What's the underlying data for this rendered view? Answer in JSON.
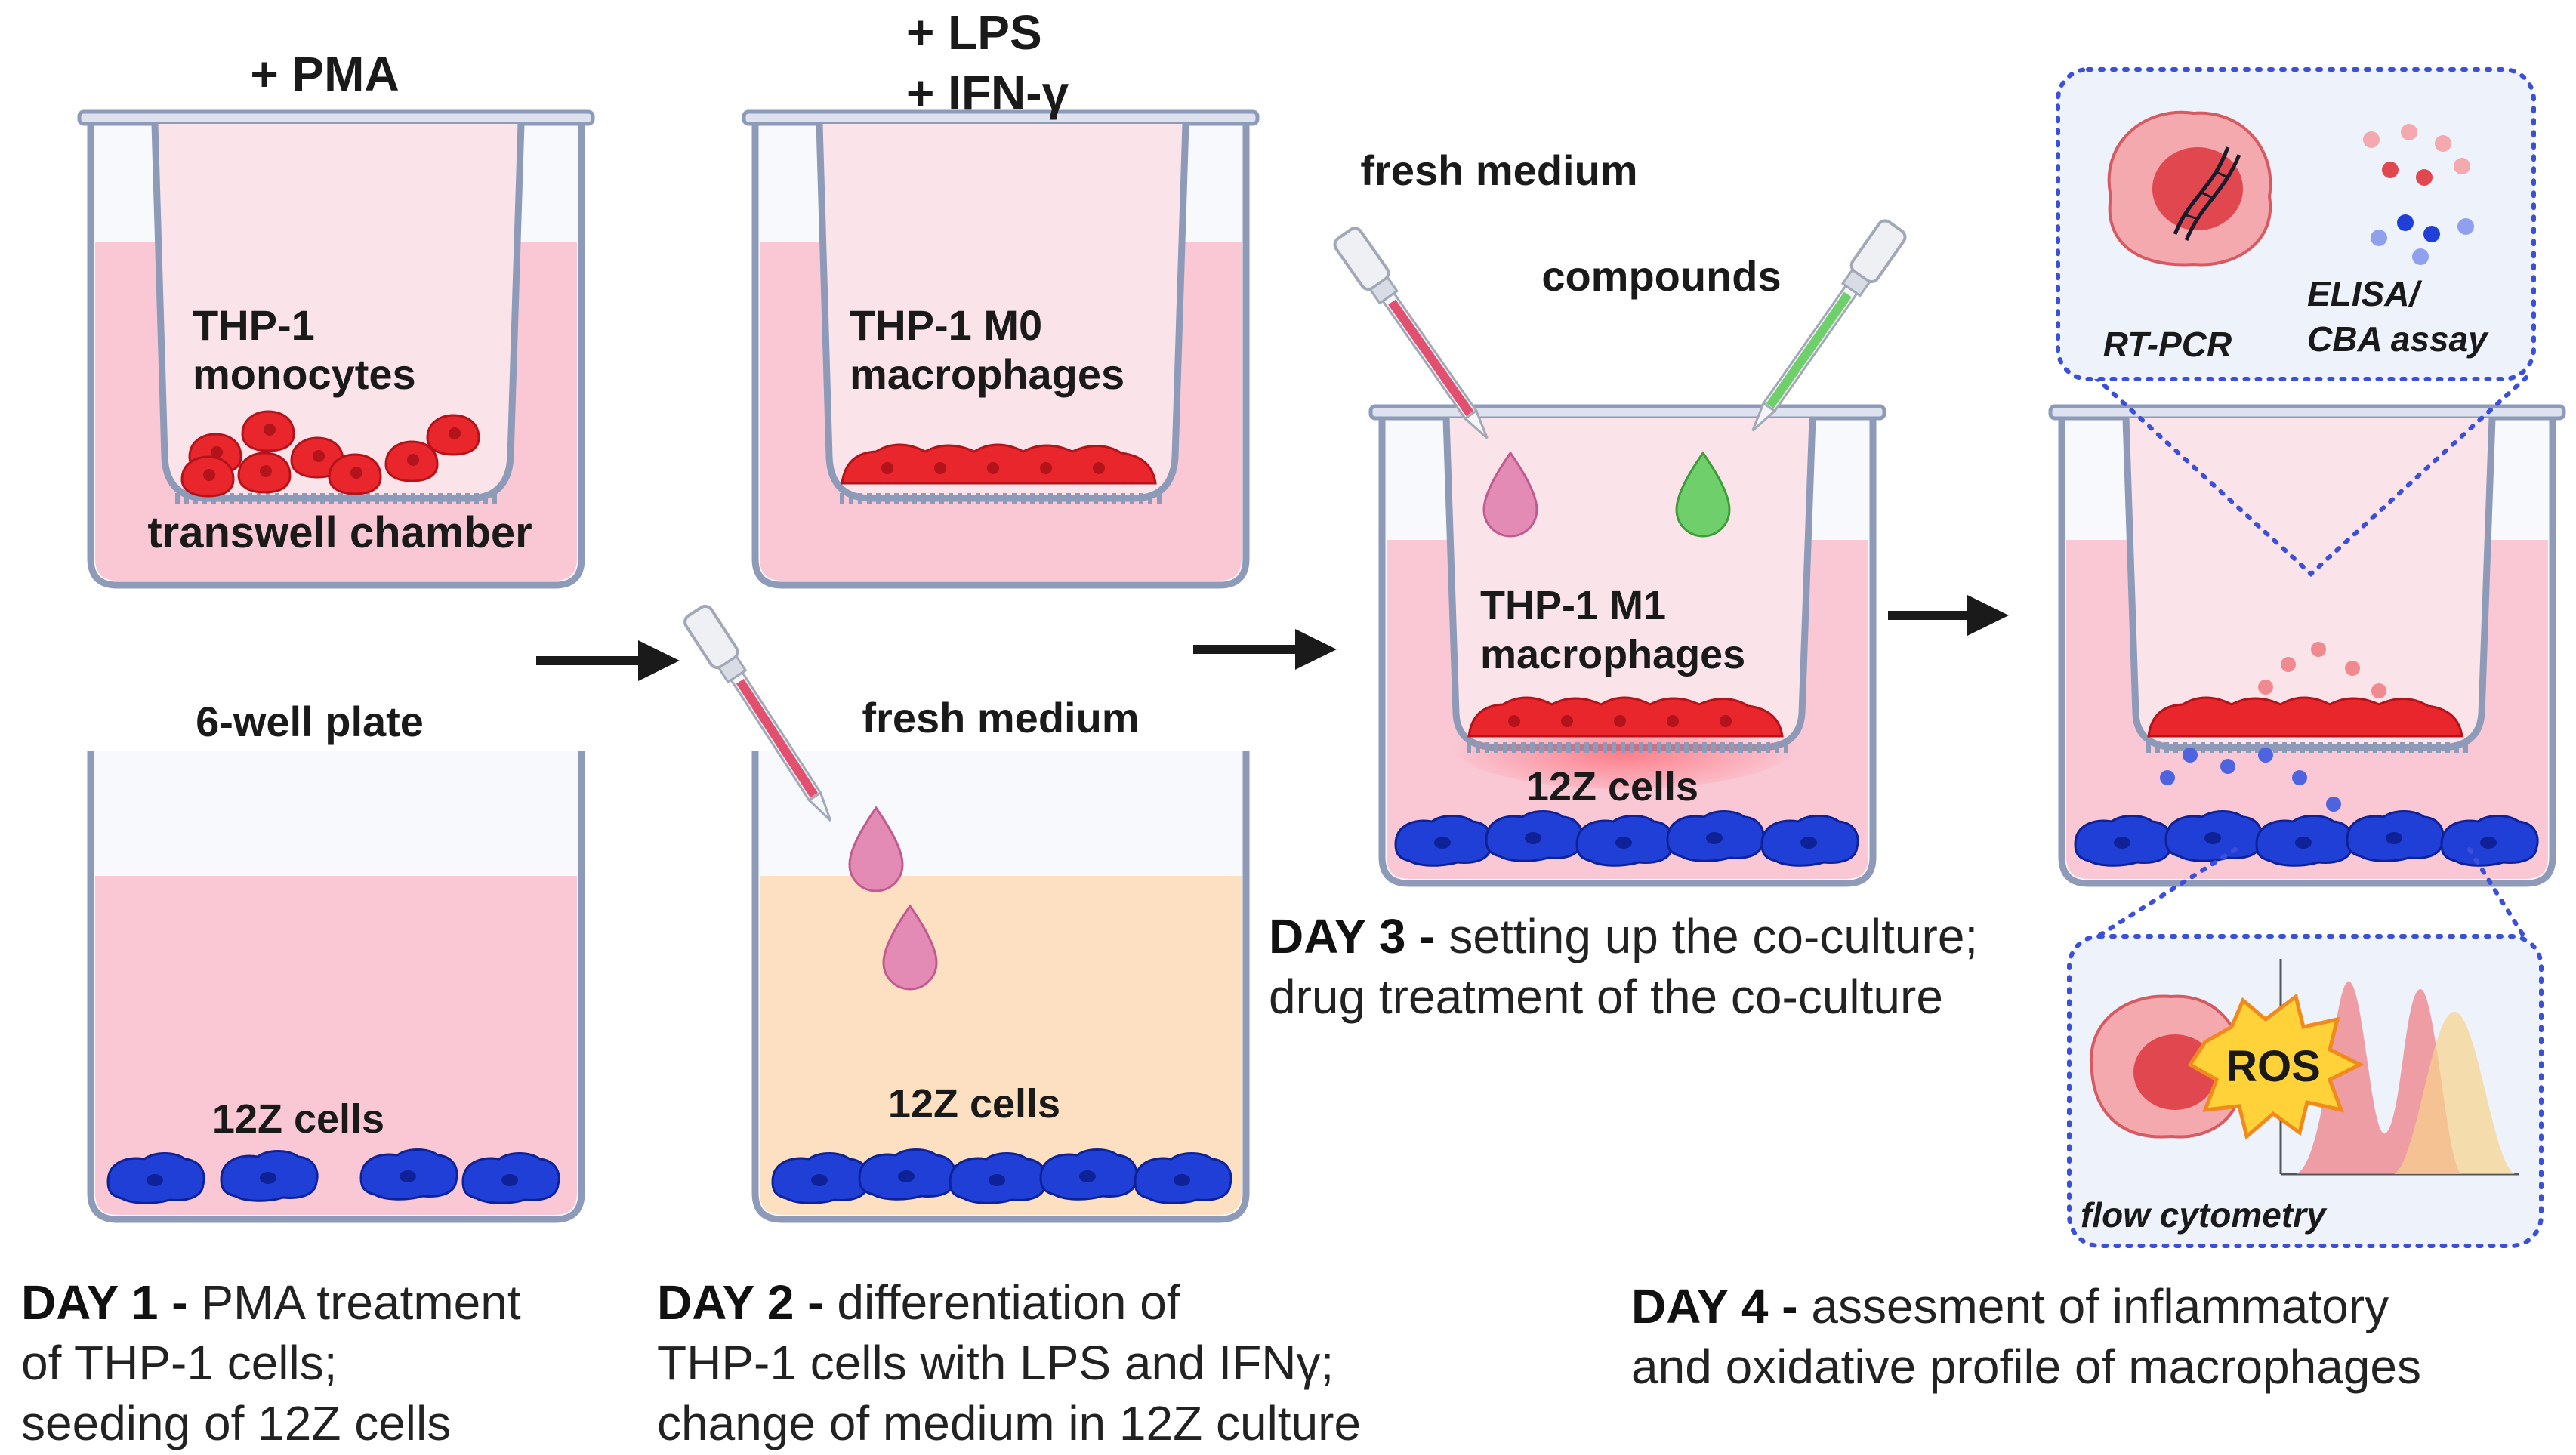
{
  "day1": {
    "top_reagent": "+ PMA",
    "cells_line1": "THP-1",
    "cells_line2": "monocytes",
    "chamber_label": "transwell chamber",
    "plate_label": "6-well plate",
    "bottom_cells": "12Z cells",
    "caption_day": "DAY 1 -",
    "caption_line1": "PMA treatment",
    "caption_line2": "of THP-1 cells;",
    "caption_line3": "seeding of 12Z cells"
  },
  "day2": {
    "reagent_line1": "+ LPS",
    "reagent_line2": "+ IFN-γ",
    "cells_line1": "THP-1 M0",
    "cells_line2": "macrophages",
    "medium_label": "fresh medium",
    "bottom_cells": "12Z cells",
    "caption_day": "DAY 2 -",
    "caption_line1": "differentiation of",
    "caption_line2": "THP-1 cells with LPS and IFNγ;",
    "caption_line3": "change of medium in 12Z culture"
  },
  "day3": {
    "medium_label": "fresh medium",
    "compounds_label": "compounds",
    "cells_line1": "THP-1 M1",
    "cells_line2": "macrophages",
    "bottom_cells": "12Z cells",
    "caption_day": "DAY 3 -",
    "caption_line1": "setting up the co-culture;",
    "caption_line2": "drug treatment of the co-culture"
  },
  "day4": {
    "rtpcr_label": "RT-PCR",
    "elisa_line1": "ELISA/",
    "elisa_line2": "CBA assay",
    "ros_label": "ROS",
    "flow_label": "flow cytometry",
    "caption_day": "DAY 4 -",
    "caption_line1": "assesment of inflammatory",
    "caption_line2": "and oxidative profile of macrophages"
  },
  "colors": {
    "medium_pink": "#f9c8d4",
    "medium_orange": "#fde0c2",
    "well_outline": "#8d9ab8",
    "thp1_cell": "#e8262b",
    "z12_cell": "#1f3fd6",
    "green_compound": "#6fcf6a",
    "pink_drop": "#e38ab5",
    "dotted_blue": "#3b4fd8"
  },
  "icons": [
    "pipette-icon",
    "arrow-right-icon",
    "dna-icon",
    "ros-burst-icon",
    "histogram-icon"
  ]
}
